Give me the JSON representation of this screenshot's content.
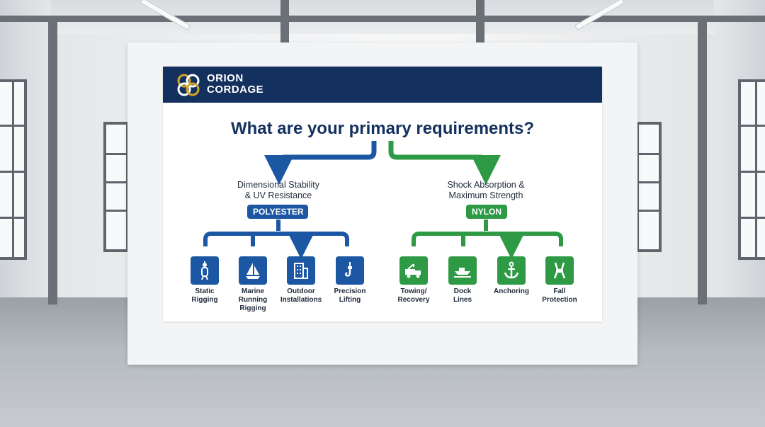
{
  "brand": {
    "line1": "ORION",
    "line2": "CORDAGE"
  },
  "question": "What are your primary requirements?",
  "colors": {
    "navy": "#13305e",
    "blue": "#1b57a3",
    "green": "#2e9a45"
  },
  "left_branch": {
    "title_line1": "Dimensional Stability",
    "title_line2": "& UV Resistance",
    "material": "POLYESTER",
    "items": [
      {
        "icon": "rigging-person-icon",
        "line1": "Static",
        "line2": "Rigging",
        "line3": ""
      },
      {
        "icon": "sailboat-icon",
        "line1": "Marine",
        "line2": "Running",
        "line3": "Rigging"
      },
      {
        "icon": "building-icon",
        "line1": "Outdoor",
        "line2": "Installations",
        "line3": ""
      },
      {
        "icon": "crane-hook-icon",
        "line1": "Precision",
        "line2": "Lifting",
        "line3": ""
      }
    ]
  },
  "right_branch": {
    "title_line1": "Shock Absorption &",
    "title_line2": "Maximum Strength",
    "material": "NYLON",
    "items": [
      {
        "icon": "tow-truck-icon",
        "line1": "Towing/",
        "line2": "Recovery",
        "line3": ""
      },
      {
        "icon": "dock-boat-icon",
        "line1": "Dock",
        "line2": "Lines",
        "line3": ""
      },
      {
        "icon": "anchor-icon",
        "line1": "Anchoring",
        "line2": "",
        "line3": ""
      },
      {
        "icon": "harness-icon",
        "line1": "Fall",
        "line2": "Protection",
        "line3": ""
      }
    ]
  }
}
